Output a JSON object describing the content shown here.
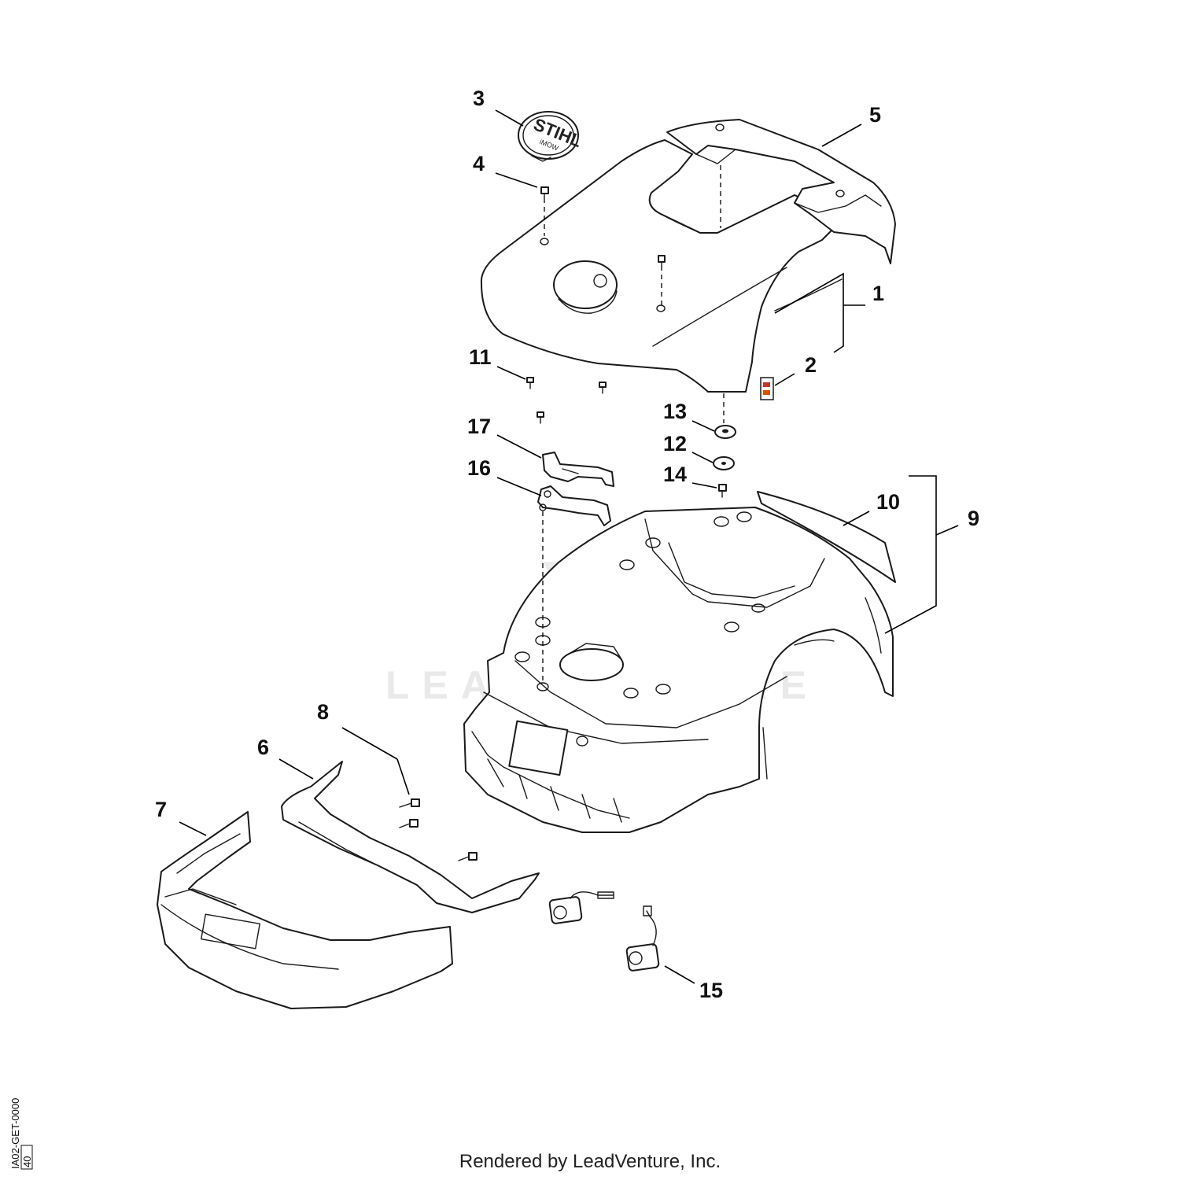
{
  "diagram": {
    "brand_logo_text": "STIHL",
    "brand_logo_subtext": "iMOW",
    "watermark_text": "LEADVENTURE",
    "callouts": [
      {
        "id": "c1",
        "label": "1"
      },
      {
        "id": "c2",
        "label": "2"
      },
      {
        "id": "c3",
        "label": "3"
      },
      {
        "id": "c4",
        "label": "4"
      },
      {
        "id": "c5",
        "label": "5"
      },
      {
        "id": "c6",
        "label": "6"
      },
      {
        "id": "c7",
        "label": "7"
      },
      {
        "id": "c8",
        "label": "8"
      },
      {
        "id": "c9",
        "label": "9"
      },
      {
        "id": "c10",
        "label": "10"
      },
      {
        "id": "c11",
        "label": "11"
      },
      {
        "id": "c12",
        "label": "12"
      },
      {
        "id": "c13",
        "label": "13"
      },
      {
        "id": "c14",
        "label": "14"
      },
      {
        "id": "c15",
        "label": "15"
      },
      {
        "id": "c16",
        "label": "16"
      },
      {
        "id": "c17",
        "label": "17"
      }
    ],
    "drawing_code": "IA02-GET-0000",
    "drawing_code_box": "40"
  },
  "footer": {
    "credit": "Rendered by LeadVenture, Inc."
  }
}
